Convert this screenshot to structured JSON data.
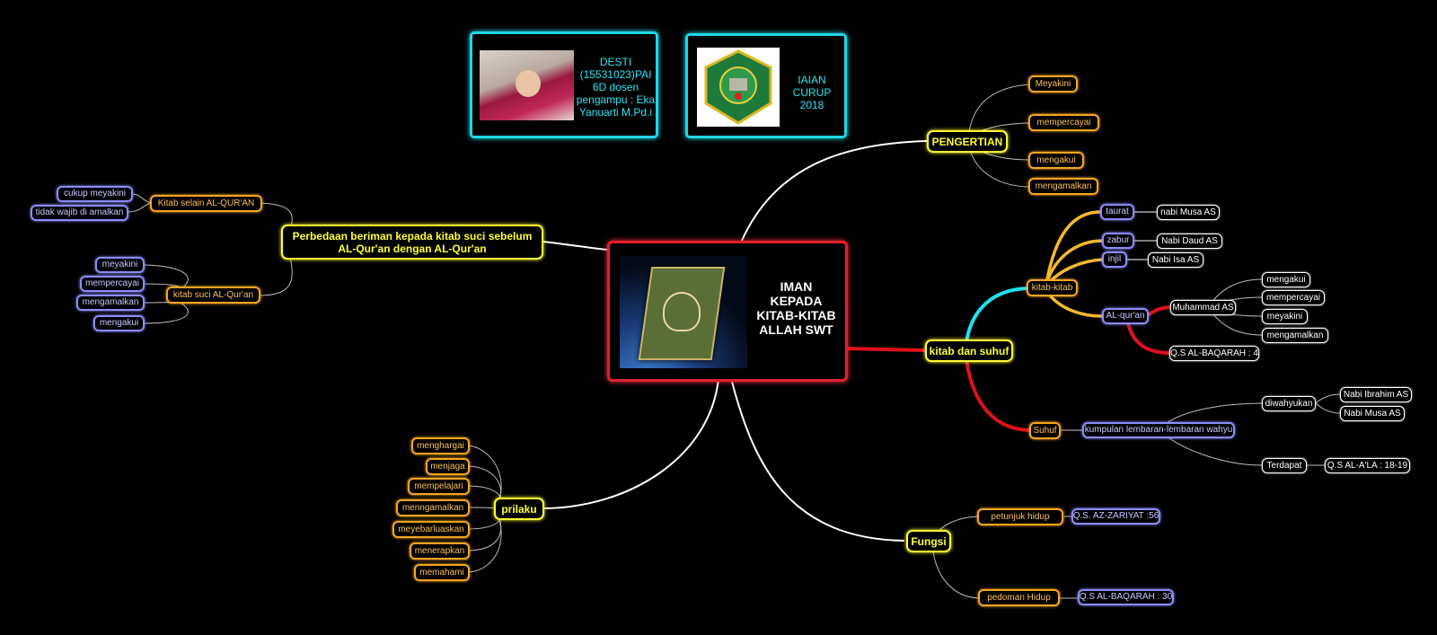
{
  "central": {
    "title": "IMAN\nKEPADA\nKITAB-KITAB\nALLAH SWT",
    "image_icon": "quran-book-globe-image"
  },
  "author_card": {
    "text": "DESTI\n(15531023)PAI\n6D dosen\npengampu : Eka\nYanuarti M.Pd.i",
    "photo_icon": "student-photo"
  },
  "institution_card": {
    "text": "IAIAN\nCURUP 2018",
    "logo_icon": "iain-curup-logo"
  },
  "pengertian": {
    "label": "PENGERTIAN",
    "items": [
      "Meyakini",
      "mempercayai",
      "mengakui",
      "mengamalkan"
    ]
  },
  "kitab_suhuf": {
    "label": "kitab dan suhuf",
    "kitab": {
      "label": "kitab-kitab",
      "taurat": "taurat",
      "taurat_prophet": "nabi Musa AS",
      "zabur": "zabur",
      "zabur_prophet": "Nabi Daud AS",
      "injil": "injil",
      "injil_prophet": "Nabi Isa AS",
      "alquran": "AL-qur'an",
      "alquran_prophet": "Muhammad AS",
      "alquran_items": [
        "mengakui",
        "mempercayai",
        "meyakini",
        "mengamalkan"
      ],
      "alquran_ref": "Q.S AL-BAQARAH : 4"
    },
    "suhuf": {
      "label": "Suhuf",
      "desc": "kumpulan lembaran-lembaran wahyu",
      "revealed": "diwahyukan",
      "prophets": [
        "Nabi Ibrahim AS",
        "Nabi Musa AS"
      ],
      "found": "Terdapat",
      "found_ref": "Q.S AL-A'LA : 18-19"
    }
  },
  "fungsi": {
    "label": "Fungsi",
    "petunjuk": "petunjuk hidup",
    "petunjuk_ref": "Q.S. AZ-ZARIYAT :56",
    "pedoman": "pedoman Hidup",
    "pedoman_ref": "Q.S AL-BAQARAH : 30"
  },
  "prilaku": {
    "label": "prilaku",
    "items": [
      "menghargai",
      "menjaga",
      "mempelajari",
      "menngamalkan",
      "meyebarluaskan",
      "menerapkan",
      "memahami"
    ]
  },
  "perbedaan": {
    "label": "Perbedaan beriman kepada kitab suci sebelum\nAL-Qur'an dengan AL-Qur'an",
    "selain": {
      "label": "Kitab selain AL-QUR'AN",
      "items": [
        "cukup meyakini",
        "tidak wajib di amalkan"
      ]
    },
    "suci": {
      "label": "kitab suci AL-Qur'an",
      "items": [
        "meyakini",
        "mempercayai",
        "mengamalkan",
        "mengakui"
      ]
    }
  },
  "colors": {
    "background": "#000000",
    "central_border": "#e0202a",
    "card_border": "#1fd6e8",
    "main_topic": "#ffff33",
    "sub_topic": "#f5a623",
    "detail": "#8c8cff",
    "link_kitab": "#f5b82e",
    "link_cyan": "#22e0f0",
    "link_red": "#e0101a"
  }
}
